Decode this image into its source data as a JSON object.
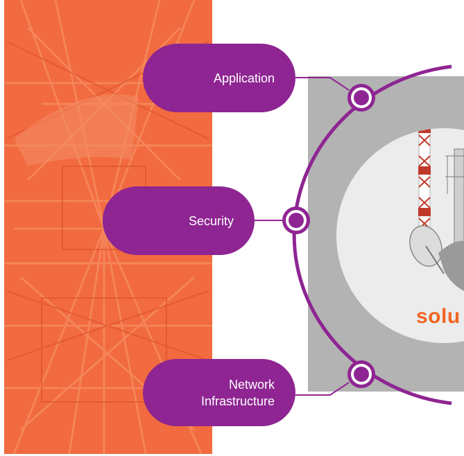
{
  "labels": {
    "application": "Application",
    "security": "Security",
    "network_infrastructure": "Network\nInfrastructure"
  },
  "brand_fragment": "solu",
  "colors": {
    "purple": "#8e2592",
    "orange": "#f26522",
    "panel_gray": "#b3b3b3",
    "inner_circle": "#ececec"
  }
}
